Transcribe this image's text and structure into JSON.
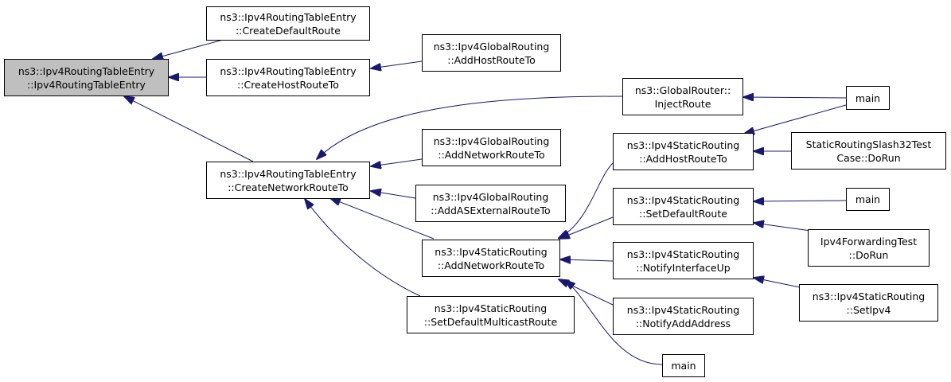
{
  "colors": {
    "edge": "#191970",
    "root_fill": "#bfbfbf",
    "node_fill": "#ffffff",
    "border": "#000000"
  },
  "nodes": {
    "root": {
      "l1": "ns3::Ipv4RoutingTableEntry",
      "l2": "::Ipv4RoutingTableEntry"
    },
    "cdr": {
      "l1": "ns3::Ipv4RoutingTableEntry",
      "l2": "::CreateDefaultRoute"
    },
    "chr": {
      "l1": "ns3::Ipv4RoutingTableEntry",
      "l2": "::CreateHostRouteTo"
    },
    "cnr": {
      "l1": "ns3::Ipv4RoutingTableEntry",
      "l2": "::CreateNetworkRouteTo"
    },
    "gahr": {
      "l1": "ns3::Ipv4GlobalRouting",
      "l2": "::AddHostRouteTo"
    },
    "gr_inject": {
      "l1": "ns3::GlobalRouter::",
      "l2": "InjectRoute"
    },
    "ganr": {
      "l1": "ns3::Ipv4GlobalRouting",
      "l2": "::AddNetworkRouteTo"
    },
    "gaas": {
      "l1": "ns3::Ipv4GlobalRouting",
      "l2": "::AddASExternalRouteTo"
    },
    "sanr": {
      "l1": "ns3::Ipv4StaticRouting",
      "l2": "::AddNetworkRouteTo"
    },
    "sdmr": {
      "l1": "ns3::Ipv4StaticRouting",
      "l2": "::SetDefaultMulticastRoute"
    },
    "sahr": {
      "l1": "ns3::Ipv4StaticRouting",
      "l2": "::AddHostRouteTo"
    },
    "sdr": {
      "l1": "ns3::Ipv4StaticRouting",
      "l2": "::SetDefaultRoute"
    },
    "niu": {
      "l1": "ns3::Ipv4StaticRouting",
      "l2": "::NotifyInterfaceUp"
    },
    "naa": {
      "l1": "ns3::Ipv4StaticRouting",
      "l2": "::NotifyAddAddress"
    },
    "main_mid": {
      "l1": "main"
    },
    "main_top": {
      "l1": "main"
    },
    "main_r2": {
      "l1": "main"
    },
    "srs32": {
      "l1": "StaticRoutingSlash32Test",
      "l2": "Case::DoRun"
    },
    "ipv4fwd": {
      "l1": "Ipv4ForwardingTest",
      "l2": "::DoRun"
    },
    "setipv4": {
      "l1": "ns3::Ipv4StaticRouting",
      "l2": "::SetIpv4"
    }
  }
}
